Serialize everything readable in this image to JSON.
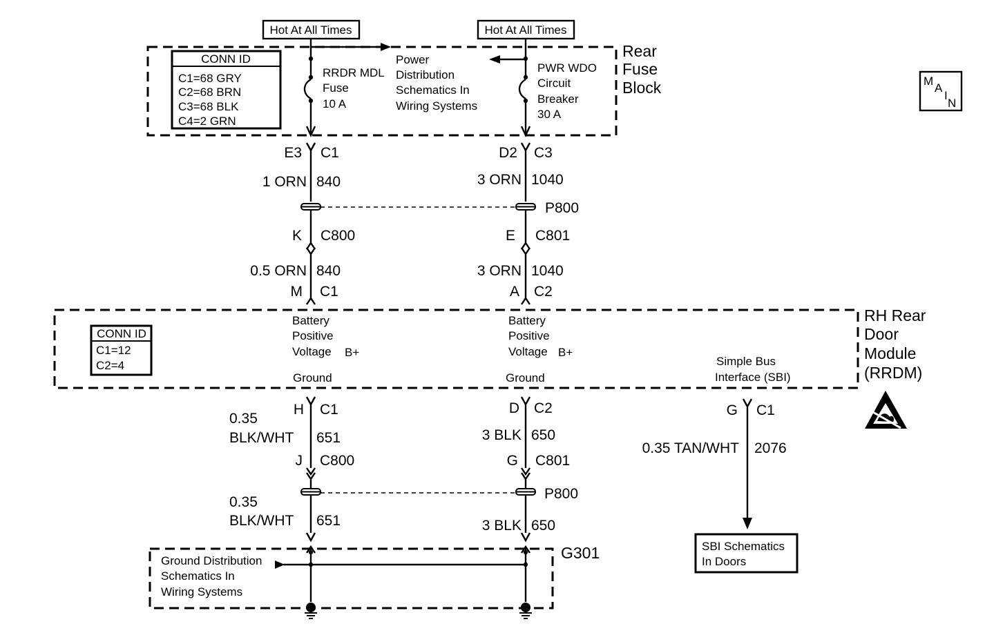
{
  "top_labels": {
    "hot_left": "Hot At All Times",
    "hot_right": "Hot At All Times"
  },
  "rear_fuse_block": {
    "name_line1": "Rear",
    "name_line2": "Fuse",
    "name_line3": "Block",
    "conn_id": {
      "title": "CONN ID",
      "rows": [
        "C1=68 GRY",
        "C2=68 BRN",
        "C3=68 BLK",
        "C4=2 GRN"
      ]
    },
    "fuse": {
      "line1": "RRDR MDL",
      "line2": "Fuse",
      "line3": "10 A"
    },
    "breaker": {
      "line1": "PWR WDO",
      "line2": "Circuit",
      "line3": "Breaker",
      "line4": "30 A"
    },
    "power_dist": {
      "line1": "Power",
      "line2": "Distribution",
      "line3": "Schematics In",
      "line4": "Wiring Systems"
    }
  },
  "main_badge": {
    "m": "M",
    "a": "A",
    "i": "I",
    "n": "N"
  },
  "left_feed": {
    "pin_fb": "E3",
    "conn_fb": "C1",
    "wire1": "1 ORN",
    "circuit1": "840",
    "pin_c800": "K",
    "conn_c800": "C800",
    "wire2": "0.5 ORN",
    "circuit2": "840",
    "pin_mod": "M",
    "conn_mod": "C1"
  },
  "right_feed": {
    "pin_fb": "D2",
    "conn_fb": "C3",
    "wire1": "3 ORN",
    "circuit1": "1040",
    "p800": "P800",
    "pin_c801": "E",
    "conn_c801": "C801",
    "wire2": "3 ORN",
    "circuit2": "1040",
    "pin_mod": "A",
    "conn_mod": "C2"
  },
  "rrdm": {
    "name_line1": "RH Rear",
    "name_line2": "Door",
    "name_line3": "Module",
    "name_line4": "(RRDM)",
    "conn_id": {
      "title": "CONN ID",
      "rows": [
        "C1=12",
        "C2=4"
      ]
    },
    "bplus_left": {
      "line1": "Battery",
      "line2": "Positive",
      "line3": "Voltage",
      "bplus": "B+"
    },
    "bplus_right": {
      "line1": "Battery",
      "line2": "Positive",
      "line3": "Voltage",
      "bplus": "B+"
    },
    "ground_left": "Ground",
    "ground_right": "Ground",
    "sbi": {
      "line1": "Simple Bus",
      "line2": "Interface (SBI)"
    }
  },
  "left_ground": {
    "pin_mod": "H",
    "conn_mod": "C1",
    "wire1a": "0.35",
    "wire1b": "BLK/WHT",
    "circuit1": "651",
    "pin_c800": "J",
    "conn_c800": "C800",
    "wire2a": "0.35",
    "wire2b": "BLK/WHT",
    "circuit2": "651"
  },
  "right_ground": {
    "pin_mod": "D",
    "conn_mod": "C2",
    "wire1": "3 BLK",
    "circuit1": "650",
    "pin_c801": "G",
    "conn_c801": "C801",
    "p800": "P800",
    "wire2": "3 BLK",
    "circuit2": "650"
  },
  "sbi_circuit": {
    "pin": "G",
    "conn": "C1",
    "wire": "0.35 TAN/WHT",
    "circuit": "2076",
    "dest_line1": "SBI Schematics",
    "dest_line2": "In Doors"
  },
  "ground_block": {
    "line1": "Ground Distribution",
    "line2": "Schematics In",
    "line3": "Wiring Systems",
    "gnd_id": "G301"
  }
}
